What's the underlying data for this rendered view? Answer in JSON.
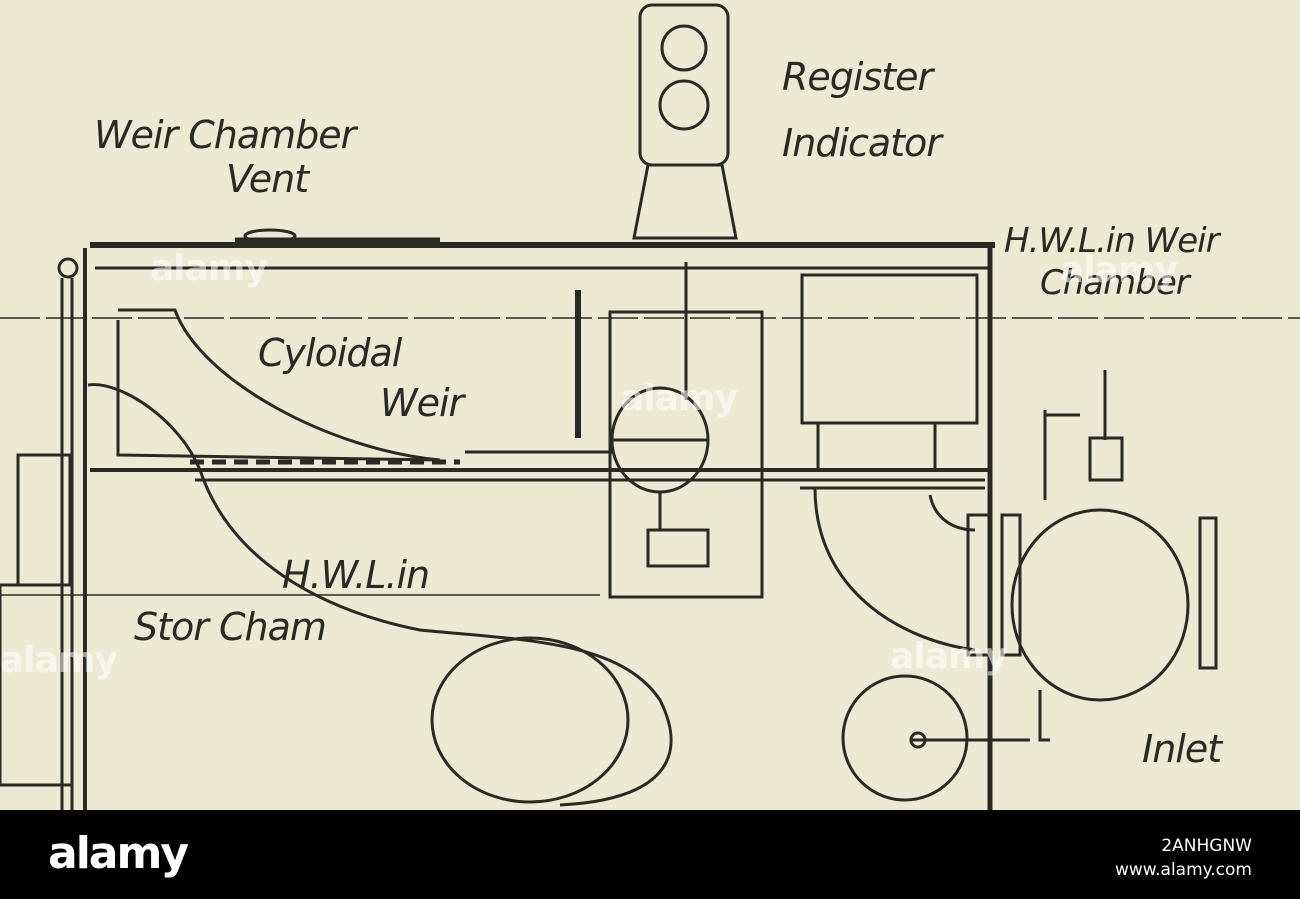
{
  "labels": {
    "register": "Register",
    "indicator": "Indicator",
    "weir_chamber_vent_l1": "Weir Chamber",
    "weir_chamber_vent_l2": "Vent",
    "hwl_weir_l1": "H.W.L.in Weir",
    "hwl_weir_l2": "Chamber",
    "cyloidal_weir_l1": "Cyloidal",
    "cyloidal_weir_l2": "Weir",
    "hwl_stor_l1": "H.W.L.in",
    "hwl_stor_l2": "Stor Cham",
    "inlet": "Inlet"
  },
  "watermark": {
    "text": "alamy",
    "image_id": "2ANHGNW",
    "site": "www.alamy.com"
  },
  "colors": {
    "paper": "#ecead3",
    "ink": "#2a2a24",
    "footer": "#000000",
    "footer_text": "#ffffff"
  }
}
